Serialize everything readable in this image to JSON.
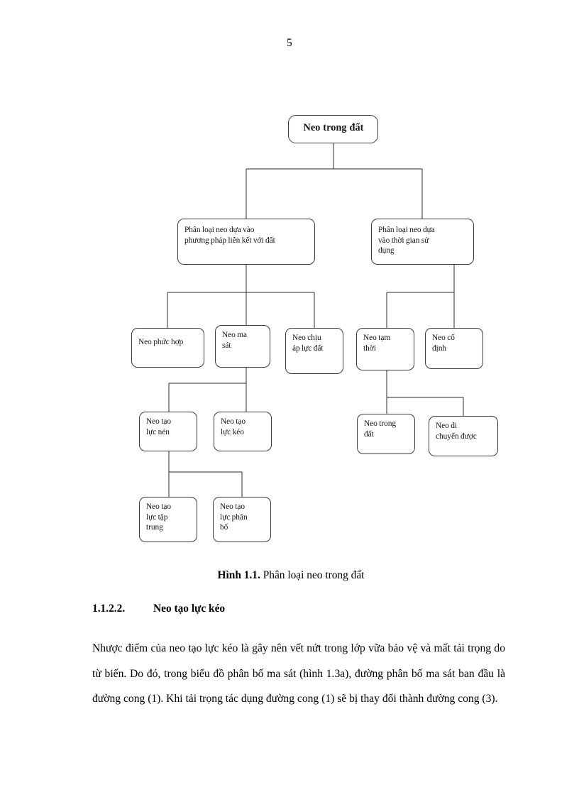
{
  "page": {
    "number": "5"
  },
  "diagram": {
    "nodes": {
      "root": "Neo trong đất",
      "classify_by_bond": "Phân loại neo dựa vào\nphương pháp liên kết với đất",
      "classify_by_time": "Phân loại neo dựa\nvào thời  gian sử\ndụng",
      "composite": "Neo phức hợp",
      "friction": "Neo ma\nsát",
      "earth_pressure": "Neo chịu\náp lực đất",
      "temporary": "Neo tạm\nthời",
      "permanent": "Neo cố\nđịnh",
      "compression": "Neo tạo\nlực nén",
      "tension": "Neo tạo\nlực kéo",
      "concentrated": "Neo tạo\nlực tập\ntrung",
      "distributed": "Neo tạo\nlực phân\nbố",
      "in_soil": "Neo trong\nđất",
      "removable": "Neo di\nchuyển được"
    },
    "line_color": "#2b2b33"
  },
  "caption": {
    "label": "Hình 1.1.",
    "text": " Phân loại neo trong đất"
  },
  "heading": {
    "number": "1.1.2.2.",
    "title": "Neo tạo lực kéo"
  },
  "paragraph": {
    "text": "Nhược điểm của neo tạo lực kéo là gây nên vết nứt trong lớp vữa bảo vệ và mất tải trọng do từ biến. Do đó, trong biểu đồ phân bố ma sát (hình 1.3a), đường phân bố ma sát ban đầu là đường cong (1). Khi tải trọng tác dụng đường cong (1) sẽ bị thay đổi thành đường cong (3)."
  }
}
